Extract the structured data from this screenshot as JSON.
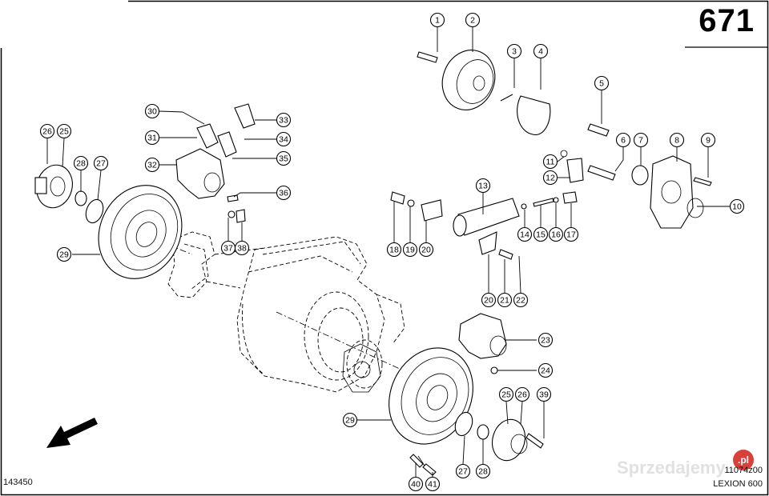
{
  "sheet": {
    "page_number": "671",
    "drawing_reference": "143450",
    "document_code": "11074z00",
    "model": "LEXION 600",
    "watermark_text": "Sprzedajemy",
    "watermark_badge": ".pl",
    "direction_arrow_icon": "arrow-down-left-icon"
  },
  "callouts": [
    {
      "label": "1"
    },
    {
      "label": "2"
    },
    {
      "label": "3"
    },
    {
      "label": "4"
    },
    {
      "label": "5"
    },
    {
      "label": "6"
    },
    {
      "label": "7"
    },
    {
      "label": "8"
    },
    {
      "label": "9"
    },
    {
      "label": "10"
    },
    {
      "label": "11"
    },
    {
      "label": "12"
    },
    {
      "label": "13"
    },
    {
      "label": "14"
    },
    {
      "label": "15"
    },
    {
      "label": "16"
    },
    {
      "label": "17"
    },
    {
      "label": "18"
    },
    {
      "label": "19"
    },
    {
      "label": "20"
    },
    {
      "label": "20"
    },
    {
      "label": "21"
    },
    {
      "label": "22"
    },
    {
      "label": "23"
    },
    {
      "label": "24"
    },
    {
      "label": "25"
    },
    {
      "label": "26"
    },
    {
      "label": "39"
    },
    {
      "label": "29"
    },
    {
      "label": "27"
    },
    {
      "label": "28"
    },
    {
      "label": "40"
    },
    {
      "label": "41"
    },
    {
      "label": "26"
    },
    {
      "label": "25"
    },
    {
      "label": "28"
    },
    {
      "label": "27"
    },
    {
      "label": "29"
    },
    {
      "label": "30"
    },
    {
      "label": "31"
    },
    {
      "label": "32"
    },
    {
      "label": "33"
    },
    {
      "label": "34"
    },
    {
      "label": "35"
    },
    {
      "label": "36"
    },
    {
      "label": "37"
    },
    {
      "label": "38"
    }
  ]
}
